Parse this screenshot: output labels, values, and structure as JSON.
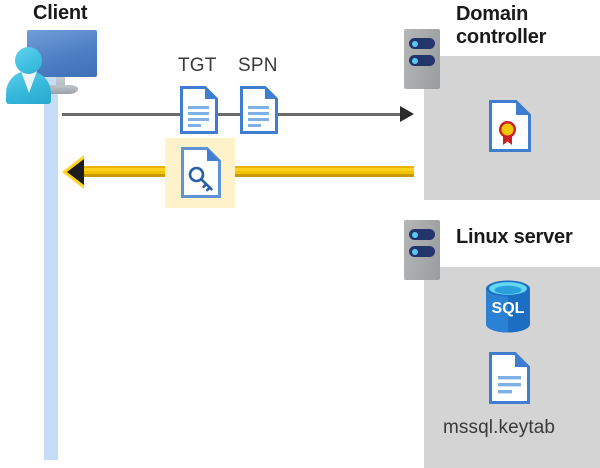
{
  "diagram": {
    "title_semantic": "kerberos-authentication-flow",
    "colors": {
      "client_lifeline": "#c6dcf7",
      "box_gray": "#d4d4d4",
      "highlight_yellow": "#fdf2c9",
      "arrow_yellow": "#ffd21f",
      "arrow_gray": "#6b6b6b",
      "doc_blue": "#3f7dd0",
      "seal_gold": "#f7c707",
      "seal_red": "#cc1f1f",
      "sql_blue": "#1b6ec2",
      "text_dark": "#3a3a3a",
      "title_black": "#1a1a1a"
    }
  },
  "client": {
    "label": "Client",
    "icon": "user-at-monitor-icon",
    "lifeline": "client-lifeline"
  },
  "messages": [
    {
      "id": "request",
      "direction": "right",
      "color": "#6b6b6b",
      "tokens": [
        {
          "label": "TGT",
          "icon": "document-icon"
        },
        {
          "label": "SPN",
          "icon": "document-icon"
        }
      ]
    },
    {
      "id": "response",
      "direction": "left",
      "color": "#ffd21f",
      "highlighted": true,
      "tokens": [
        {
          "label": "",
          "icon": "key-document-icon"
        }
      ]
    }
  ],
  "domain_controller": {
    "label": "Domain\ncontroller",
    "server_icon": "server-rack-icon",
    "contents": [
      {
        "icon": "certificate-document-icon",
        "label": ""
      }
    ]
  },
  "linux_server": {
    "label": "Linux server",
    "server_icon": "server-rack-icon",
    "contents": [
      {
        "icon": "sql-database-icon",
        "label": "SQL"
      },
      {
        "icon": "document-icon",
        "label": "mssql.keytab"
      }
    ]
  }
}
